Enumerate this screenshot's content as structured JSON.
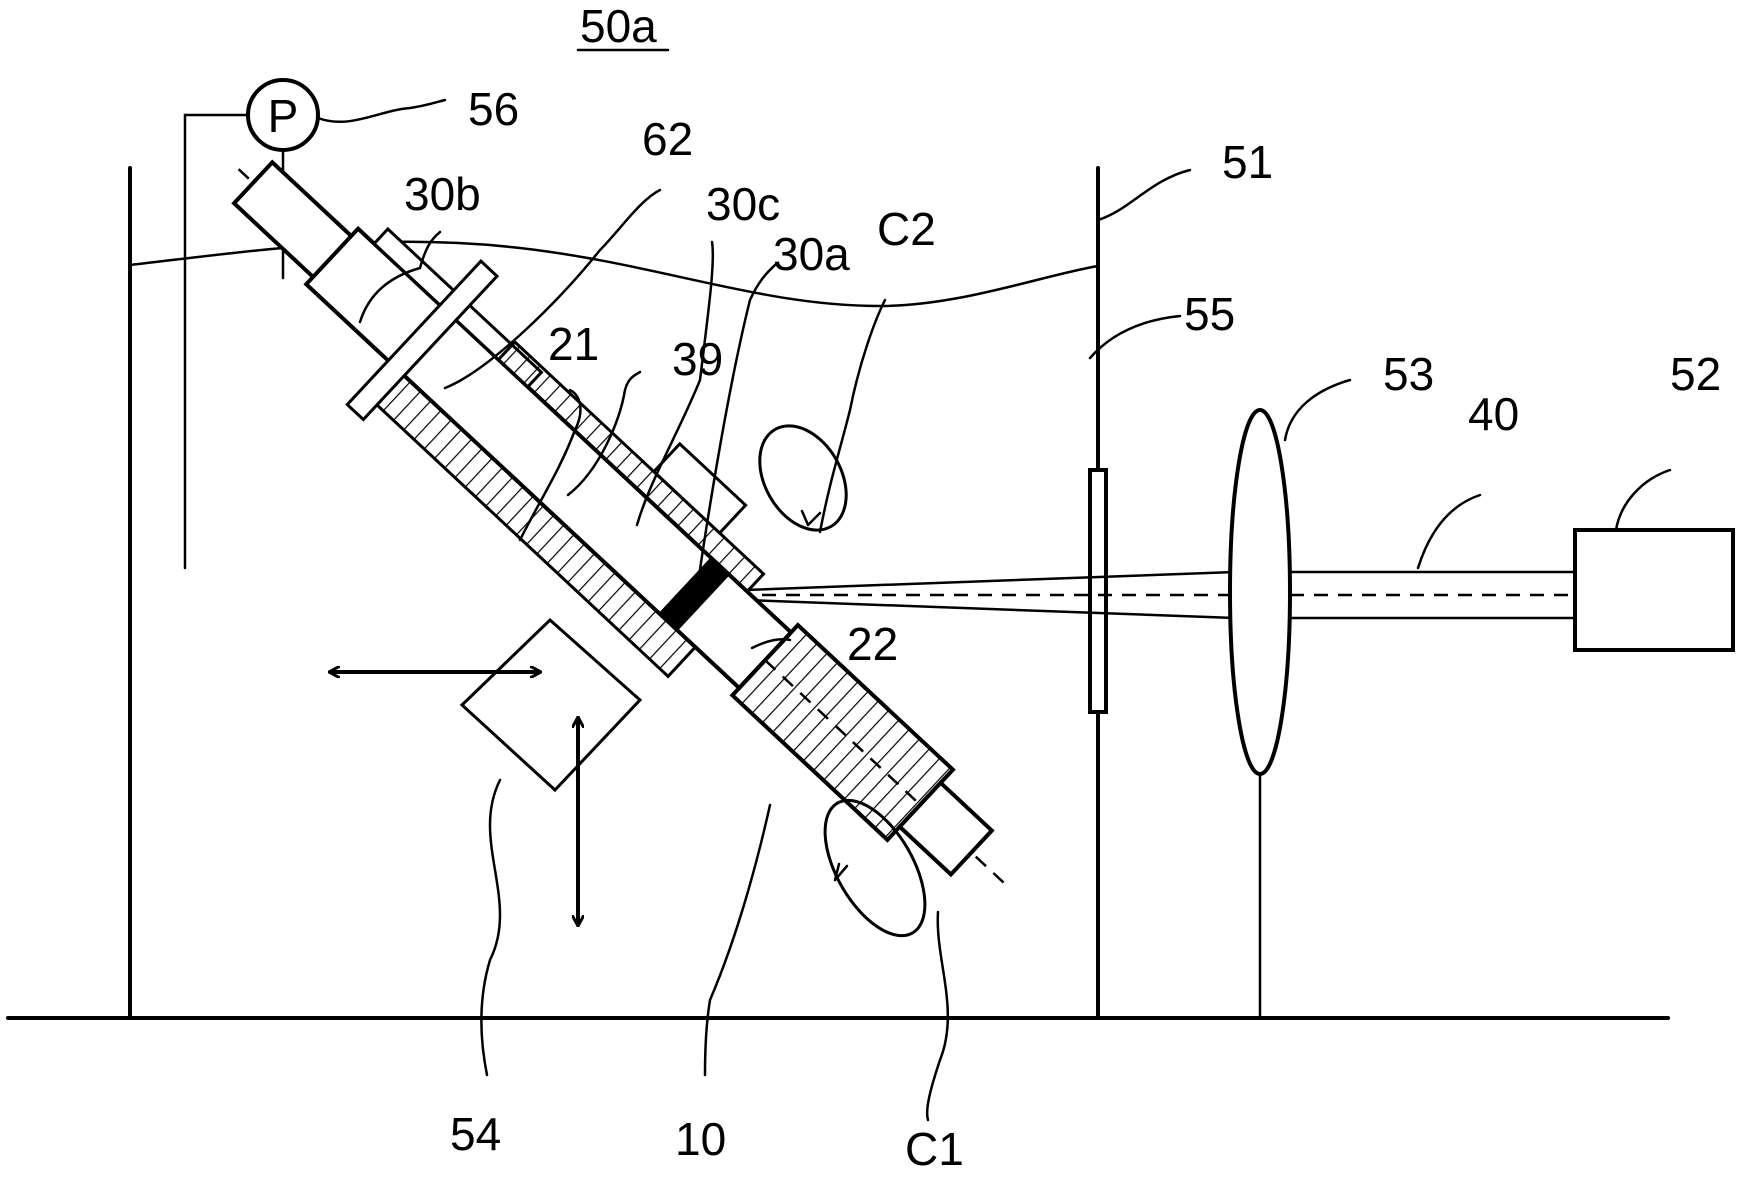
{
  "title": "50a",
  "labels": {
    "p_symbol": "P",
    "pump": "56",
    "window_wall": "51",
    "space": "55",
    "lens": "53",
    "laser_source": "52",
    "beam": "40",
    "part_62": "62",
    "end_30b": "30b",
    "part_30c": "30c",
    "end_30a": "30a",
    "rotation_c2": "C2",
    "part_21": "21",
    "part_39": "39",
    "part_22": "22",
    "stage": "54",
    "part_10": "10",
    "rotation_c1": "C1"
  }
}
